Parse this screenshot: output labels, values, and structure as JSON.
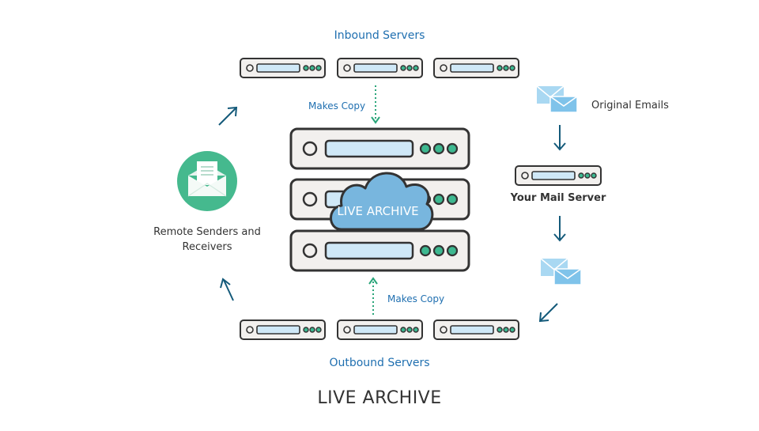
{
  "labels": {
    "inbound": "Inbound Servers",
    "outbound": "Outbound Servers",
    "makes_copy_top": "Makes Copy",
    "makes_copy_bottom": "Makes Copy",
    "original_emails": "Original Emails",
    "your_mail_server": "Your Mail Server",
    "remote_line1": "Remote Senders and",
    "remote_line2": "Receivers",
    "cloud": "LIVE ARCHIVE",
    "footer_title": "LIVE ARCHIVE"
  },
  "colors": {
    "outline": "#333333",
    "server_fill": "#f2f0ee",
    "slot_fill": "#cfe8f7",
    "led_green": "#3db890",
    "arrow_blue": "#145a7a",
    "copy_green": "#2aa57a",
    "cloud_fill": "#78b6de",
    "envelope_light": "#a9d8f2",
    "envelope_dark": "#7fc3ea",
    "circle_green": "#45b98e",
    "label_blue": "#1f6fb0"
  },
  "icons": {
    "cloud": "cloud-icon",
    "envelope": "envelope-icon",
    "mail_circle": "open-mail-icon"
  }
}
